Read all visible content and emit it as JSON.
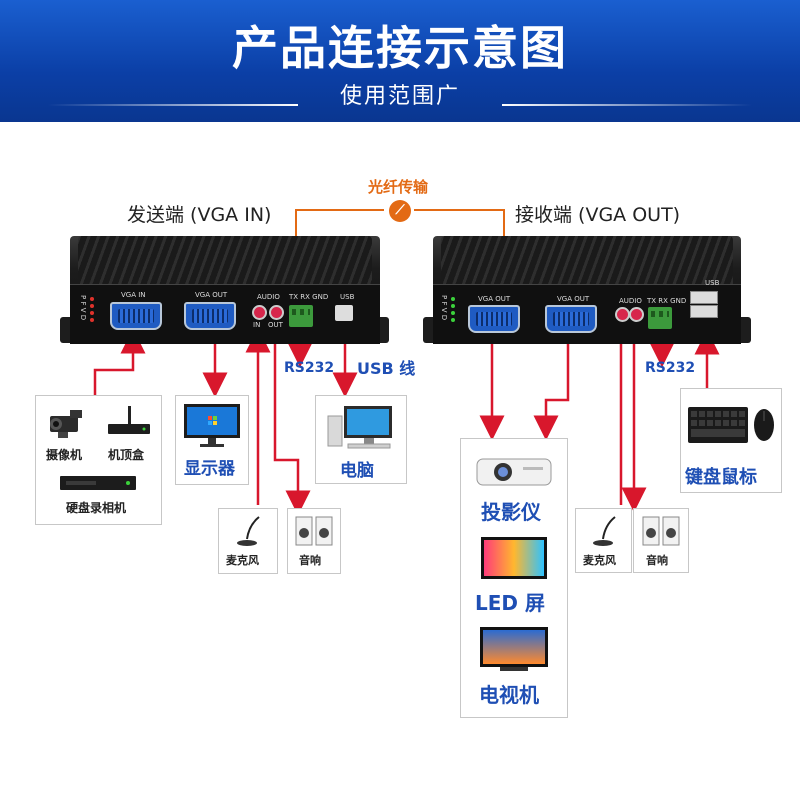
{
  "header": {
    "title": "产品连接示意图",
    "subtitle": "使用范围广"
  },
  "fiber_label": "光纤传输",
  "sender": {
    "label": "发送端 (VGA IN)",
    "ports": {
      "vga_in": "VGA IN",
      "vga_out": "VGA OUT",
      "audio": "AUDIO",
      "audio_in": "IN",
      "audio_out": "OUT",
      "rs232_pins": "TX RX GND",
      "usb": "USB",
      "leds": "P F V D"
    },
    "rs232_label": "RS232",
    "usb_label": "USB 线",
    "devices": {
      "camera": "摄像机",
      "set_top_box": "机顶盒",
      "dvr": "硬盘录相机",
      "monitor": "显示器",
      "computer": "电脑",
      "microphone": "麦克风",
      "speaker": "音响"
    }
  },
  "receiver": {
    "label": "接收端 (VGA OUT)",
    "ports": {
      "vga_out_1": "VGA OUT",
      "vga_out_2": "VGA OUT",
      "audio": "AUDIO",
      "rs232_pins": "TX RX GND",
      "usb": "USB",
      "leds": "P F V D"
    },
    "rs232_label": "RS232",
    "devices": {
      "projector": "投影仪",
      "led_screen": "LED 屏",
      "tv": "电视机",
      "keyboard_mouse": "键盘鼠标",
      "microphone": "麦克风",
      "speaker": "音响"
    }
  },
  "colors": {
    "banner": "#0b3fa6",
    "arrow": "#d8172c",
    "fiber": "#e36a14",
    "label_blue": "#1f4fb4"
  }
}
